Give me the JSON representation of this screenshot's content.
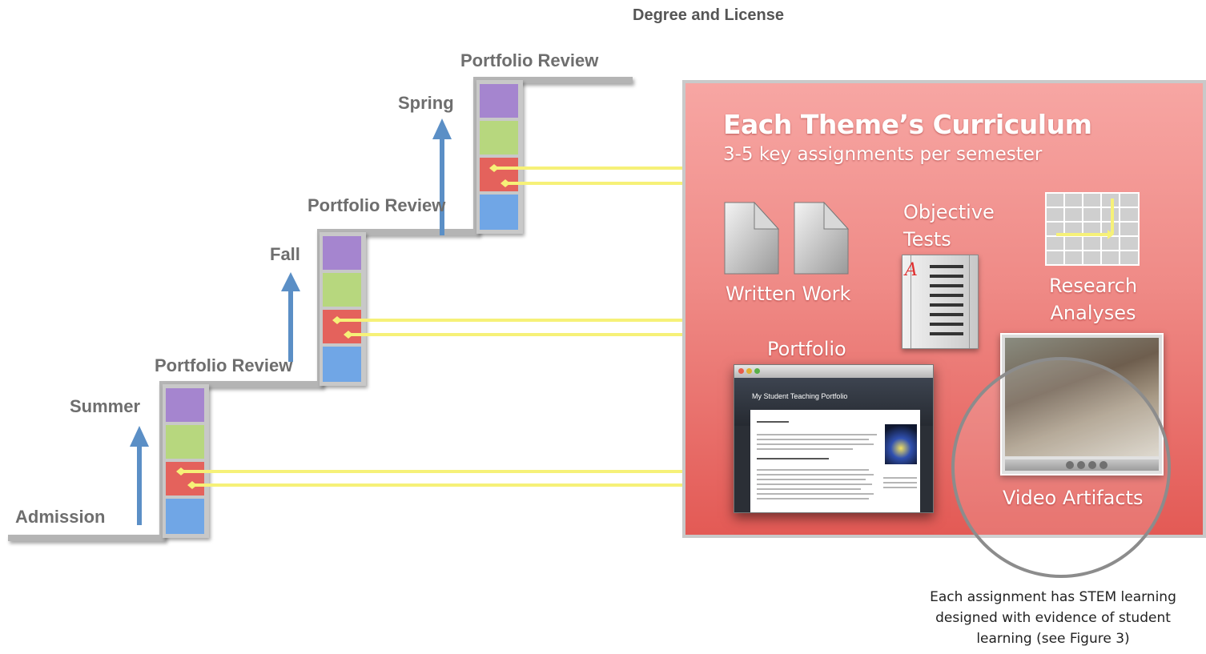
{
  "diagram": {
    "title_top": "Degree and License",
    "stages": {
      "admission": "Admission",
      "summer": "Summer",
      "fall": "Fall",
      "spring": "Spring",
      "portfolio_review": "Portfolio Review"
    },
    "panel": {
      "title": "Each Theme’s Curriculum",
      "subtitle": "3-5 key assignments per semester",
      "items": {
        "written_work": "Written Work",
        "objective_tests": "Objective Tests",
        "research_analyses": "Research Analyses",
        "portfolio": "Portfolio",
        "video_artifacts": "Video Artifacts"
      },
      "portfolio_window_title": "My Student Teaching Portfolio",
      "test_grade": "A"
    },
    "caption": "Each assignment has STEM learning designed with evidence of student learning (see Figure 3)",
    "colors": {
      "purple": "#a585cf",
      "green": "#b7d77e",
      "red": "#e4625c",
      "blue": "#6fa6e6",
      "arrow_up": "#5b8fc6",
      "arrow_link": "#f6f178",
      "panel_top": "#f7a6a3",
      "panel_bottom": "#e35a55"
    }
  }
}
